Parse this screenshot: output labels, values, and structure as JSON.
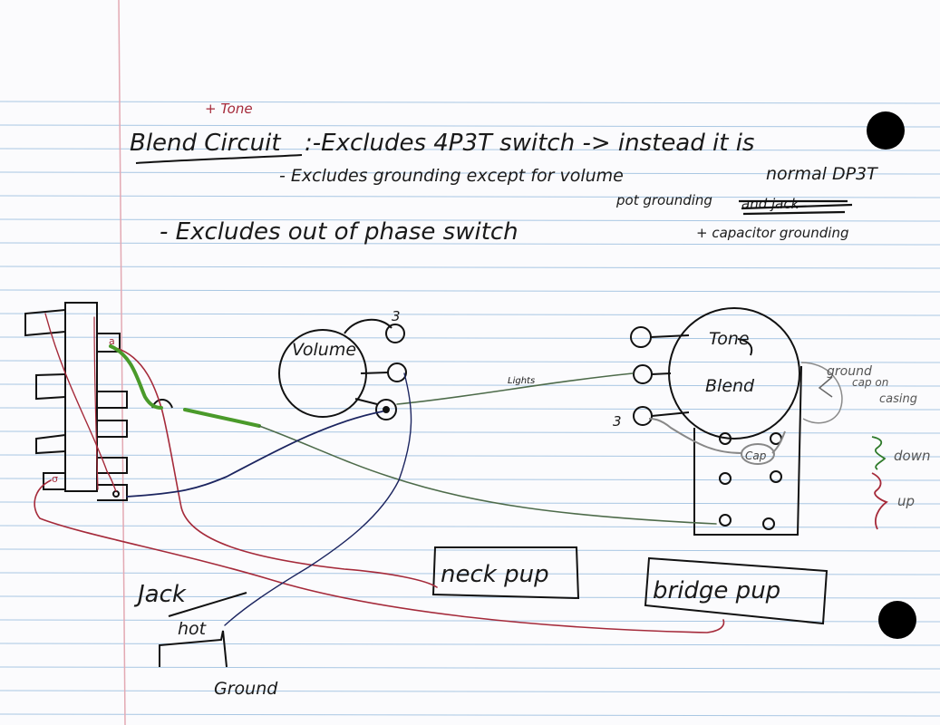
{
  "colors": {
    "paper": "#fbfbfd",
    "rule_line": "#a9c7e3",
    "margin_line": "#e3a9b3",
    "ink": "#111111",
    "red_wire": "#a52a3a",
    "dark_green_wire": "#4d6b4a",
    "bright_green_wire": "#4a9a2a",
    "navy_wire": "#1c2560",
    "gray_wire": "#8a8a8a"
  },
  "notes": {
    "heading": "Blend Circuit",
    "tone_insert": "+ Tone",
    "line1": ":-Excludes 4P3T switch -> instead it is",
    "line1_cont": "normal DP3T",
    "line2": "- Excludes grounding except for volume",
    "line2_cont": "pot grounding",
    "line2_strike": "and jack",
    "line2_extra": "+ capacitor grounding",
    "line3": "- Excludes out of phase switch"
  },
  "labels": {
    "volume": "Volume",
    "volume_lug": "3",
    "tone": "Tone",
    "blend": "Blend",
    "blend_lug": "3",
    "wire_note": "Lights",
    "ground_cap": "ground",
    "ground_cap2": "cap on",
    "ground_cap3": "casing",
    "cap": "Cap",
    "down": "down",
    "up": "up",
    "neck_pup": "neck pup",
    "bridge_pup": "bridge pup",
    "jack": "Jack",
    "hot": "hot",
    "ground": "Ground"
  }
}
